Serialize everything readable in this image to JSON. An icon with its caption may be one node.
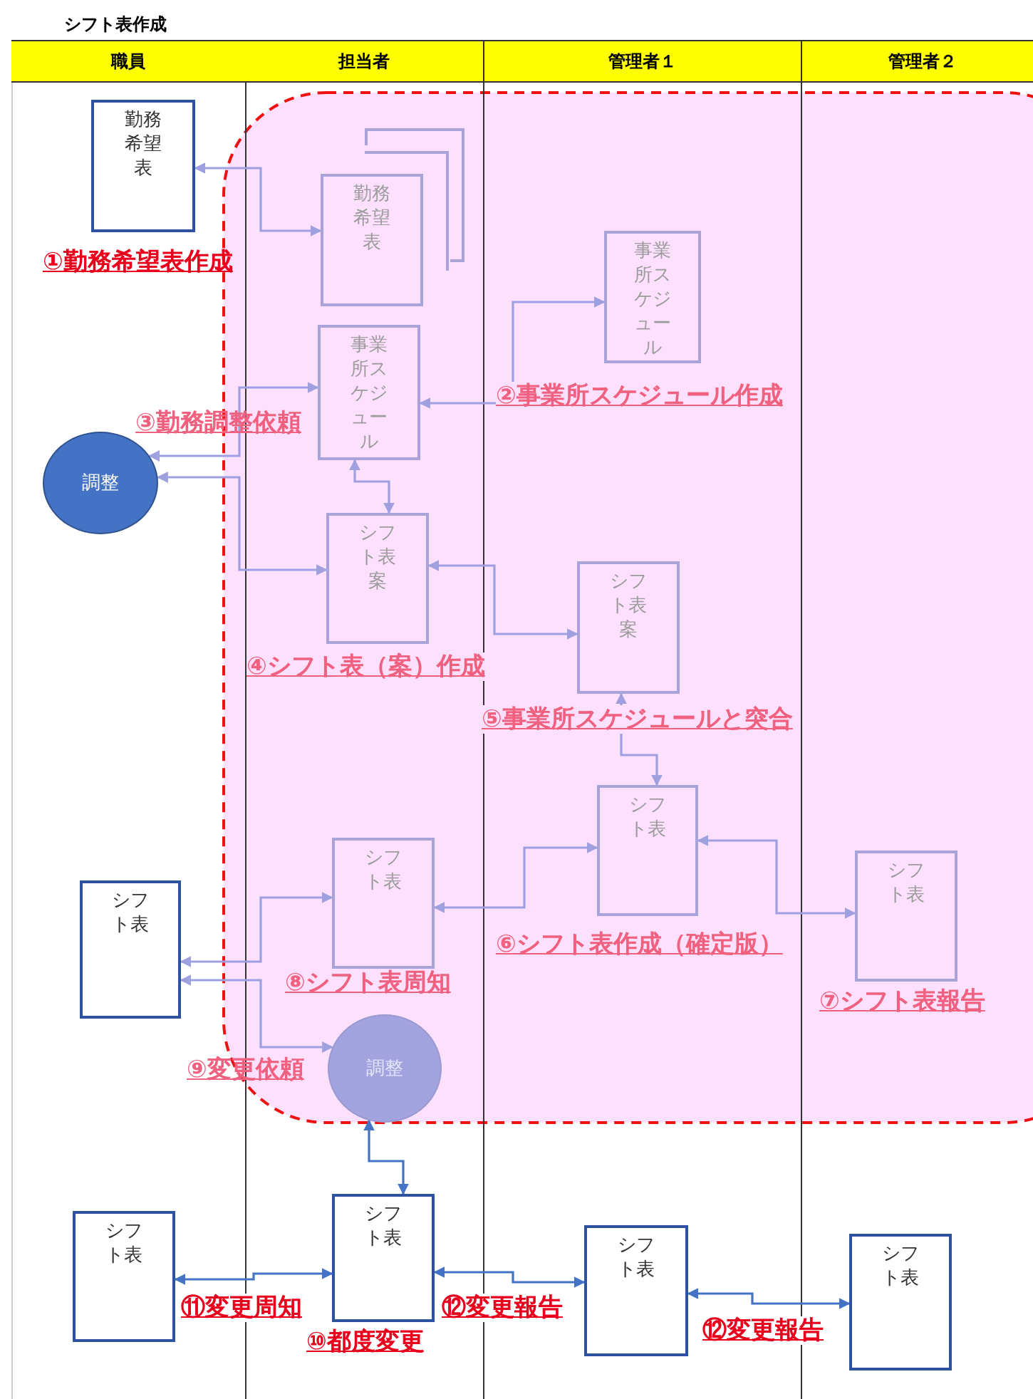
{
  "diagram": {
    "title": "シフト表作成",
    "nodes": [
      {
        "text": [
          "職員"
        ]
      },
      {
        "text": [
          "担当者"
        ]
      },
      {
        "text": [
          "管理者１"
        ]
      },
      {
        "text": [
          "管理者２"
        ]
      },
      {
        "text": [
          "勤務希望表"
        ],
        "in": 0
      },
      {
        "text": [
          "勤務希望表"
        ],
        "in": 1
      },
      {
        "text": [
          "事業所スケジュール"
        ],
        "in": 1
      },
      {
        "text": [
          "事業所スケジュール"
        ],
        "in": 2
      },
      {
        "text": [
          "調整"
        ],
        "in": 0
      },
      {
        "text": [
          "シフト表案"
        ],
        "in": 1
      },
      {
        "text": [
          "シフト表案"
        ],
        "in": 2
      },
      {
        "text": [
          "シフト表"
        ],
        "in": 2
      },
      {
        "text": [
          "シフト表"
        ],
        "in": 0
      },
      {
        "text": [
          "シフト表"
        ],
        "in": 1
      },
      {
        "text": [
          "シフト表"
        ],
        "in": 3
      },
      {
        "text": [
          "調整"
        ],
        "in": 1
      },
      {
        "text": [
          "シフト表"
        ],
        "in": 0
      },
      {
        "text": [
          "シフト表"
        ],
        "in": 1
      },
      {
        "text": [
          "シフト表"
        ],
        "in": 2
      },
      {
        "text": [
          "シフト表"
        ],
        "in": 3
      }
    ],
    "edges": [
      {
        "from": 4,
        "to": 5,
        "arrow": "both"
      },
      {
        "from": 6,
        "to": 7,
        "arrow": "both"
      },
      {
        "from": 8,
        "to": 6,
        "arrow": "both"
      },
      {
        "from": 8,
        "to": 9,
        "arrow": "both"
      },
      {
        "from": 6,
        "to": 9,
        "arrow": "both"
      },
      {
        "from": 9,
        "to": 10,
        "arrow": "both"
      },
      {
        "from": 10,
        "to": 11,
        "arrow": "both"
      },
      {
        "from": 13,
        "to": 11,
        "arrow": "both"
      },
      {
        "from": 11,
        "to": 14,
        "arrow": "both"
      },
      {
        "from": 12,
        "to": 13,
        "arrow": "both"
      },
      {
        "from": 12,
        "to": 15,
        "arrow": "both"
      },
      {
        "from": 15,
        "to": 17,
        "arrow": "both",
        "color": "#4472c4"
      },
      {
        "from": 16,
        "to": 17,
        "arrow": "both",
        "color": "#4472c4"
      },
      {
        "from": 17,
        "to": 18,
        "arrow": "both",
        "color": "#4472c4"
      },
      {
        "from": 18,
        "to": 19,
        "arrow": "both",
        "color": "#4472c4"
      }
    ],
    "labels": [
      "①勤務希望表作成",
      "②事業所スケジュール作成",
      "③勤務調整依頼",
      "④シフト表（案）作成",
      "⑤事業所スケジュールと突合",
      "⑥シフト表作成（確定版）",
      "⑧シフト表周知",
      "⑦シフト表報告",
      "⑨変更依頼",
      "⑪変更周知",
      "⑫変更報告",
      "⑩都度変更",
      "⑫変更報告"
    ]
  }
}
